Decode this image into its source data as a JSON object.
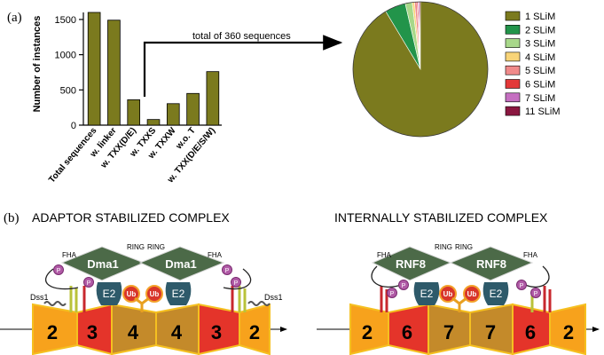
{
  "panel_a_label": "(a)",
  "panel_b_label": "(b)",
  "chart_data": [
    {
      "type": "bar",
      "ylabel": "Number of instances",
      "ylim": [
        0,
        1600
      ],
      "yticks": [
        "0",
        "500",
        "1000",
        "1500"
      ],
      "categories": [
        "Total sequences",
        "w. linker",
        "w. TXX(D/E)",
        "w. TXXS",
        "w. TXXW",
        "w.o. T",
        "w. TXX(D/E/S/W)"
      ],
      "values": [
        1600,
        1490,
        360,
        80,
        305,
        450,
        760
      ],
      "color": "#7b7a1e"
    },
    {
      "type": "pie",
      "legend_position": "right",
      "categories": [
        "1 SLiM",
        "2 SLiM",
        "3 SLiM",
        "4 SLiM",
        "5 SLiM",
        "6 SLiM",
        "7 SLiM",
        "11 SLiM"
      ],
      "values": [
        329,
        18,
        6,
        2,
        2,
        1,
        1,
        1
      ],
      "colors": [
        "#7b7a1e",
        "#22944a",
        "#a8d88a",
        "#f8d478",
        "#f08a8a",
        "#e33838",
        "#c56fc1",
        "#8a1740"
      ]
    }
  ],
  "arrow_label": "total of 360 sequences",
  "left_complex": {
    "title": "ADAPTOR STABILIZED COMPLEX",
    "hexamer_labels": [
      "2",
      "3",
      "4",
      "4",
      "3",
      "2"
    ],
    "enzyme_labels": [
      "Dma1",
      "Dma1"
    ],
    "e2_labels": [
      "E2",
      "E2"
    ],
    "ub_labels": [
      "Ub",
      "Ub"
    ],
    "fha_labels": [
      "FHA",
      "FHA"
    ],
    "ring_labels": [
      "RING",
      "RING"
    ],
    "dss1_labels": [
      "Dss1",
      "Dss1"
    ],
    "p_labels": [
      "P",
      "P",
      "P",
      "P"
    ]
  },
  "right_complex": {
    "title": "INTERNALLY STABILIZED COMPLEX",
    "hexamer_labels": [
      "2",
      "6",
      "7",
      "7",
      "6",
      "2"
    ],
    "enzyme_labels": [
      "RNF8",
      "RNF8"
    ],
    "e2_labels": [
      "E2",
      "E2"
    ],
    "ub_labels": [
      "Ub",
      "Ub"
    ],
    "fha_labels": [
      "FHA",
      "FHA"
    ],
    "ring_labels": [
      "RING",
      "RING"
    ],
    "p_labels": [
      "P",
      "P",
      "P",
      "P"
    ]
  }
}
